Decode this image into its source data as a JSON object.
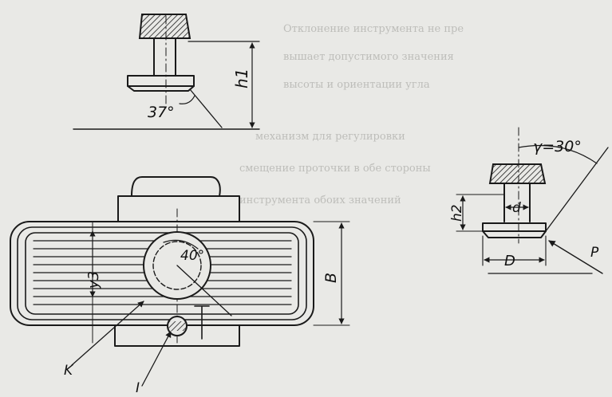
{
  "figure": {
    "labels": {
      "h1": "h1",
      "angle_37": "37°",
      "gamma_30": "γ=30°",
      "h2": "h2",
      "d": "d",
      "D": "D",
      "P": "P",
      "y3": "y3",
      "angle_40": "40°",
      "B": "B",
      "K": "K",
      "I": "I"
    },
    "bleed_text": {
      "line1": "Отклонение инструмента не пре",
      "line2": "вышает допустимого значения",
      "line3": "высоты и ориентации угла",
      "line4": "механизм для регулировки",
      "line5": "смещение проточки в обе стороны",
      "line6": "инструмента обоих значений"
    },
    "colors": {
      "ink": "#1a1a1a",
      "paper": "#e9e9e6"
    }
  }
}
